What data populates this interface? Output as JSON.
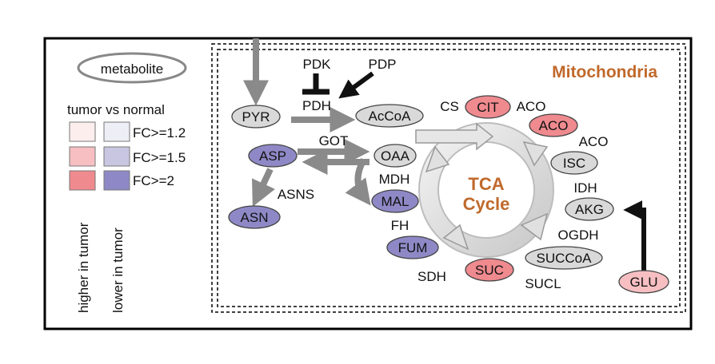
{
  "legend": {
    "metabolite_label": "metabolite",
    "comparison_title": "tumor vs normal",
    "thresholds": [
      "FC>=1.2",
      "FC>=1.5",
      "FC>=2"
    ],
    "higher_label": "higher in tumor",
    "lower_label": "lower in tumor",
    "higher_colors": [
      "#fdeeee",
      "#f7bfc2",
      "#ef8a8f"
    ],
    "lower_colors": [
      "#eeeef6",
      "#c9c6e2",
      "#8e89c6"
    ]
  },
  "compartment_label": "Mitochondria",
  "cycle_label": [
    "TCA",
    "Cycle"
  ],
  "metabolites": {
    "pyr": "PYR",
    "accoa": "AcCoA",
    "asp": "ASP",
    "asn": "ASN",
    "oaa": "OAA",
    "mal": "MAL",
    "fum": "FUM",
    "suc": "SUC",
    "succoa": "SUCCoA",
    "akg": "AKG",
    "isc": "ISC",
    "aco": "ACO",
    "cit": "CIT",
    "glu": "GLU"
  },
  "enzymes": {
    "pdk": "PDK",
    "pdp": "PDP",
    "pdh": "PDH",
    "got": "GOT",
    "asns": "ASNS",
    "mdh": "MDH",
    "fh": "FH",
    "sdh": "SDH",
    "sucl": "SUCL",
    "ogdh": "OGDH",
    "idh": "IDH",
    "aco_before": "ACO",
    "aco_after": "ACO",
    "cs": "CS"
  },
  "colors": {
    "neutral": "#d9d9d9",
    "higher_strong": "#ef8a8f",
    "higher_light": "#f7bfc2",
    "lower_strong": "#8e89c6",
    "compartment_label": "#c0692b",
    "arrow_gray": "#8a8a8a"
  }
}
